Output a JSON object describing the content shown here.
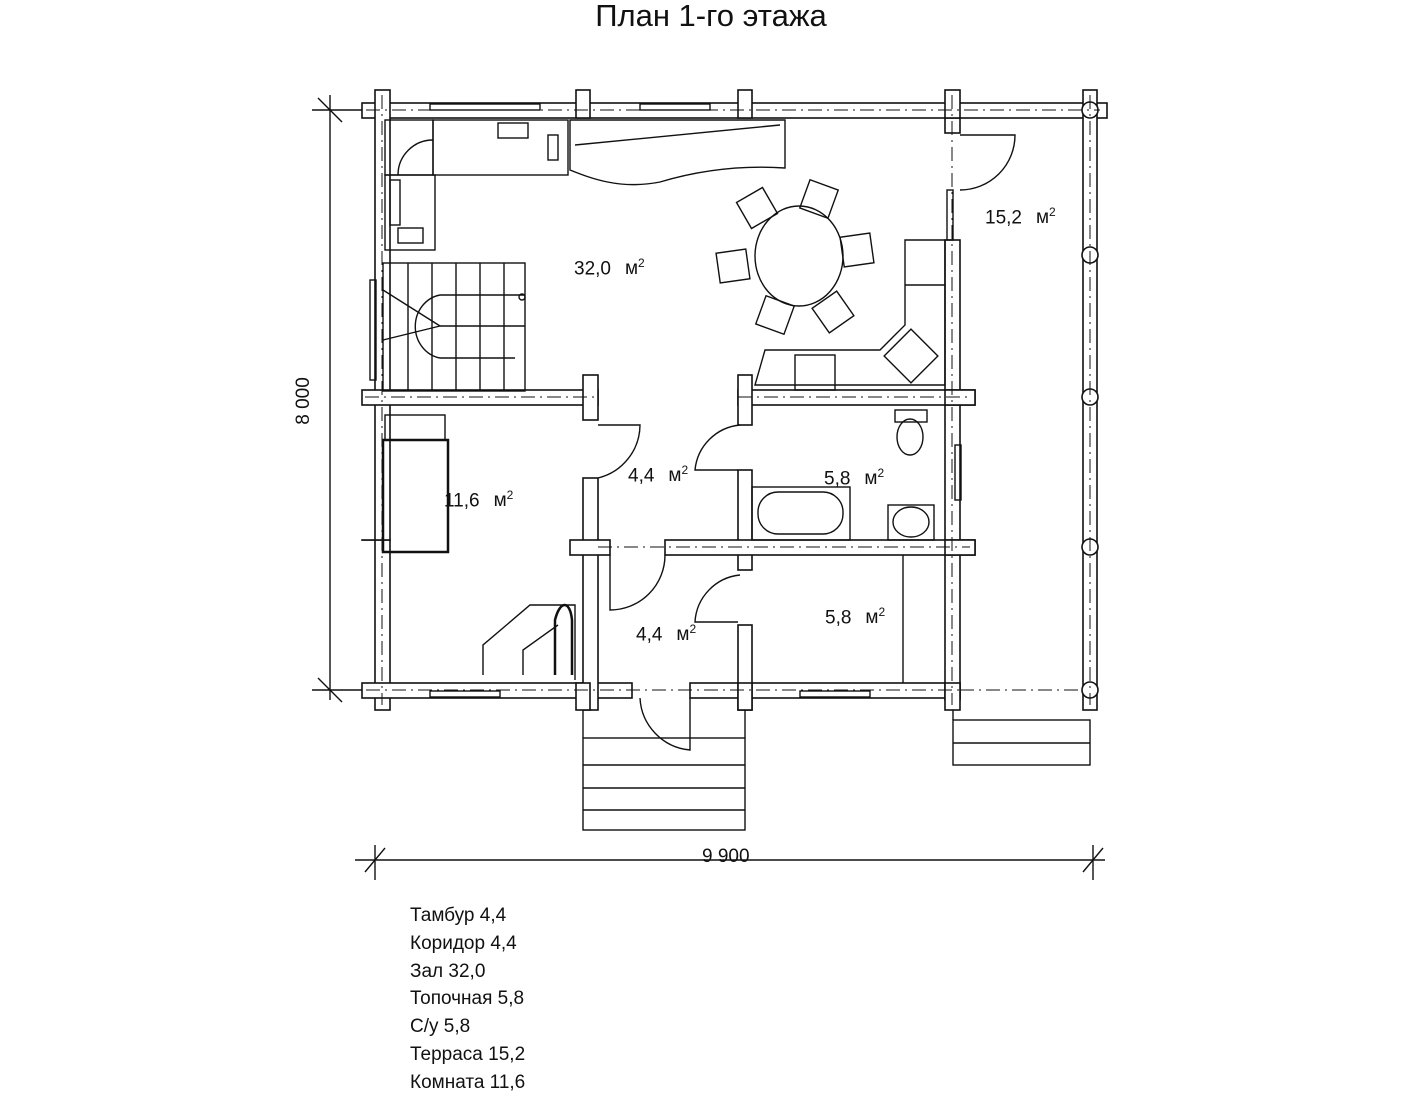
{
  "title": "План 1-го этажа",
  "unit": "м",
  "unit_power": "2",
  "rooms": [
    {
      "area": "32,0"
    },
    {
      "area": "15,2"
    },
    {
      "area": "4,4"
    },
    {
      "area": "5,8"
    },
    {
      "area": "11,6"
    },
    {
      "area": "4,4"
    },
    {
      "area": "5,8"
    }
  ],
  "dimensions": {
    "height": "8 000",
    "width": "9 900"
  },
  "legend": [
    "Тамбур 4,4",
    "Коридор 4,4",
    "Зал 32,0",
    "Топочная 5,8",
    "С/у 5,8",
    "Терраса 15,2",
    "Комната 11,6"
  ]
}
